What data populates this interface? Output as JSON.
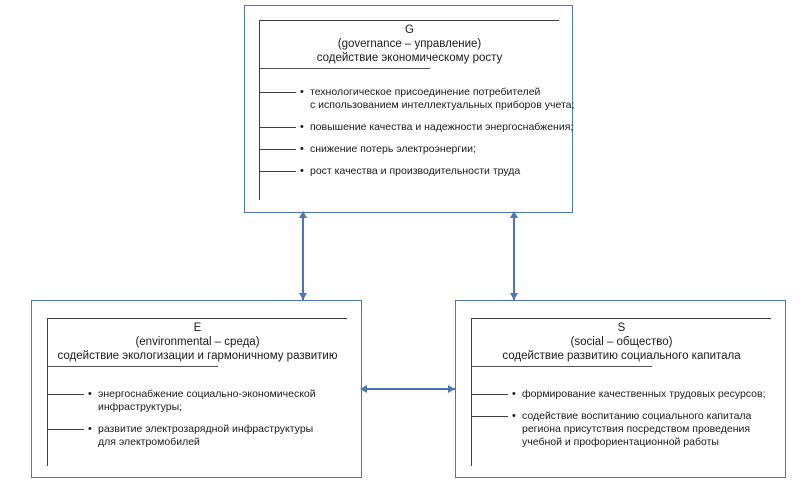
{
  "diagram": {
    "nodes": {
      "g": {
        "code": "G",
        "subtitle": "(governance – управление)",
        "tagline": "содействие экономическому росту",
        "bullets": [
          [
            "технологическое присоединение потребителей",
            "с использованием интеллектуальных приборов учета;"
          ],
          [
            "повышение качества и надежности энергоснабжения;"
          ],
          [
            "снижение потерь электроэнергии;"
          ],
          [
            "рост качества и производительности труда"
          ]
        ]
      },
      "e": {
        "code": "E",
        "subtitle": "(environmental – среда)",
        "tagline": "содействие экологизации и гармоничному развитию",
        "bullets": [
          [
            "энергоснабжение социально-экономической",
            "инфраструктуры;"
          ],
          [
            "развитие электрозарядной инфраструктуры",
            "для электромобилей"
          ]
        ]
      },
      "s": {
        "code": "S",
        "subtitle": "(social – общество)",
        "tagline": "содействие развитию социального капитала",
        "bullets": [
          [
            "формирование качественных трудовых ресурсов;"
          ],
          [
            "содействие воспитанию социального капитала",
            "региона присутствия посредством проведения",
            "учебной и профориентационной работы"
          ]
        ]
      }
    },
    "bullet_glyph": "•",
    "connectors": [
      {
        "name": "g-e-connector",
        "from": "g",
        "to": "e",
        "style": "double-headed-vertical"
      },
      {
        "name": "g-s-connector",
        "from": "g",
        "to": "s",
        "style": "double-headed-vertical"
      },
      {
        "name": "e-s-connector",
        "from": "e",
        "to": "s",
        "style": "double-headed-horizontal"
      }
    ],
    "colors": {
      "box_border": "#4a77b4",
      "arrow": "#4a77b4",
      "rule": "#3f3f3f",
      "text": "#1a1a1a",
      "background": "#ffffff"
    }
  }
}
